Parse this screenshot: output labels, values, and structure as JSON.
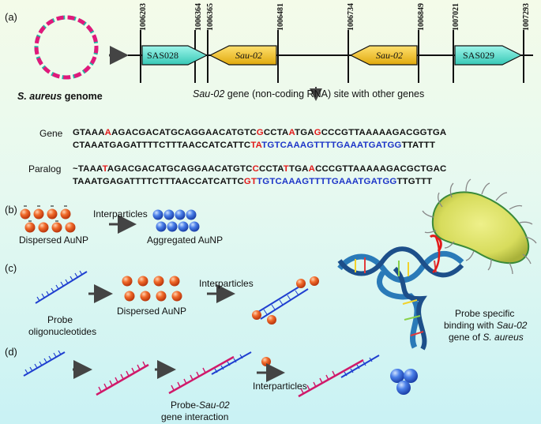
{
  "panels": {
    "a": "(a)",
    "b": "(b)",
    "c": "(c)",
    "d": "(d)"
  },
  "genome_label_italic": "S. aureus",
  "genome_label_rest": " genome",
  "coords": [
    "1006203",
    "1006364",
    "1006365",
    "1006481",
    "1006734",
    "1006849",
    "1007021",
    "1007293"
  ],
  "genes": {
    "g1": "SAS028",
    "g2": "Sau-02",
    "g3": "Sau-02",
    "g4": "SAS029"
  },
  "site_caption_italic": "Sau-02",
  "site_caption_rest": " gene (non-coding RNA) site with other genes",
  "seq_labels": {
    "gene": "Gene",
    "paralog": "Paralog"
  },
  "gene_seq_1": [
    [
      "k",
      "GTAAA"
    ],
    [
      "r",
      "A"
    ],
    [
      "k",
      "AGACGACATGCAGGAACATGTC"
    ],
    [
      "r",
      "G"
    ],
    [
      "k",
      "CCTA"
    ],
    [
      "r",
      "A"
    ],
    [
      "k",
      "TGA"
    ],
    [
      "r",
      "G"
    ],
    [
      "k",
      "CCCGTTAAAAAGACGGTGA"
    ]
  ],
  "gene_seq_2": [
    [
      "k",
      "CTAAATGAGATTTTCTTTAACCATCATTC"
    ],
    [
      "r",
      "TA"
    ],
    [
      "b",
      "TGTCAAAGTTTTGAAATGATGG"
    ],
    [
      "k",
      "TTATTT"
    ]
  ],
  "paralog_seq_1": [
    [
      "k",
      "~TAAA"
    ],
    [
      "r",
      "T"
    ],
    [
      "k",
      "AGACGACATGCAGGAACATGTC"
    ],
    [
      "r",
      "C"
    ],
    [
      "k",
      "CCTA"
    ],
    [
      "r",
      "T"
    ],
    [
      "k",
      "TGA"
    ],
    [
      "r",
      "A"
    ],
    [
      "k",
      "CCCGTTAAAAAGACGCTGAC"
    ]
  ],
  "paralog_seq_2": [
    [
      "k",
      "TAAATGAGATTTTCTTTAACCATCATTC"
    ],
    [
      "r",
      "GT"
    ],
    [
      "b",
      "TGTCAAAGTTTTGAAATGATGG"
    ],
    [
      "k",
      "TTGTTT"
    ]
  ],
  "b": {
    "interparticles": "Interparticles",
    "dispersed": "Dispersed AuNP",
    "aggregated": "Aggregated AuNP"
  },
  "c": {
    "probe": "Probe",
    "oligo": "oligonucleotides",
    "dispersed": "Dispersed AuNP",
    "interparticles": "Interparticles"
  },
  "binding": {
    "line1": "Probe specific",
    "line2_a": "binding with ",
    "line2_b": "Sau-02",
    "line3_a": "gene of ",
    "line3_b": "S. aureus"
  },
  "d": {
    "interaction_a": "Probe-",
    "interaction_b": "Sau-02",
    "interaction_line2": "gene interaction",
    "interparticles": "Interparticles"
  },
  "colors": {
    "gene_box_cyan": "#5fe3d0",
    "gene_box_gold": "#f2c21b",
    "red": "#e21a1a",
    "blue": "#1d35c8",
    "probe": "#1f3fd0",
    "target": "#d0196a",
    "particle": "#ef5a1f",
    "particle_blue": "#3d6fe0"
  }
}
